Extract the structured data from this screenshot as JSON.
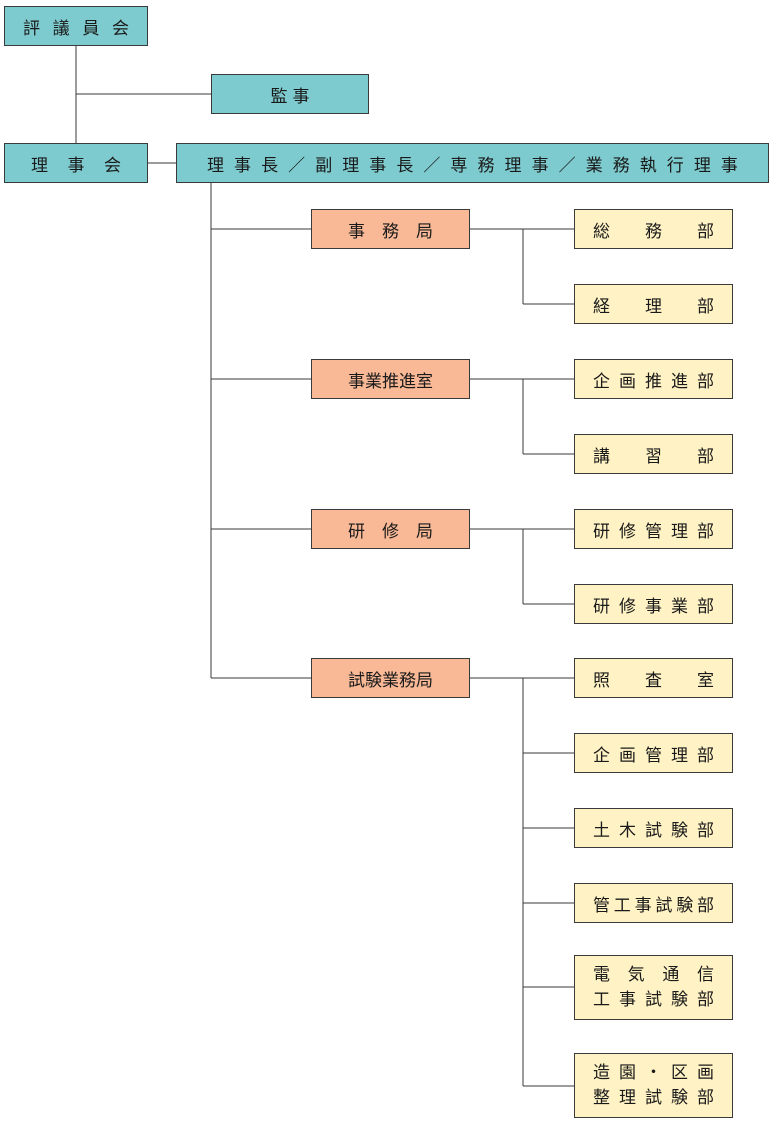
{
  "top": {
    "council": "評議員会",
    "auditor": "監事",
    "board": "理事会",
    "executives": "理事長／副理事長／専務理事／業務執行理事"
  },
  "divisions": [
    {
      "name": "事務局",
      "departments": [
        "総務部",
        "経理部"
      ]
    },
    {
      "name": "事業推進室",
      "departments": [
        "企画推進部",
        "講習部"
      ]
    },
    {
      "name": "研修局",
      "departments": [
        "研修管理部",
        "研修事業部"
      ]
    },
    {
      "name": "試験業務局",
      "departments": [
        "照査室",
        "企画管理部",
        "土木試験部",
        "管工事試験部",
        "電気通信\n工事試験部",
        "造園・区画\n整理試験部"
      ]
    }
  ],
  "colors": {
    "governance": "#7ecbcf",
    "division": "#f9b996",
    "department": "#fff2c4",
    "line": "#3a3a3a"
  }
}
